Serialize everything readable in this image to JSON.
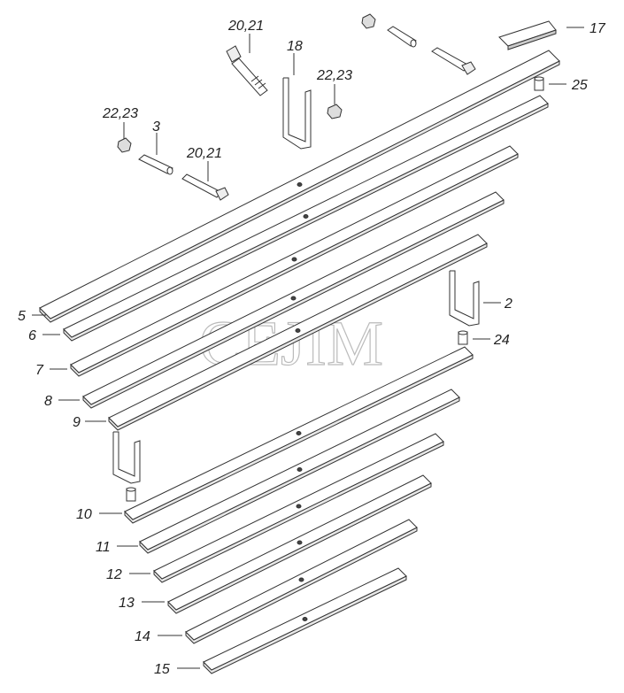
{
  "watermark": "CEJIM",
  "labels": {
    "l20_21_top": "20,21",
    "l18": "18",
    "l22_23_top": "22,23",
    "l17": "17",
    "l25": "25",
    "l22_23_left": "22,23",
    "l3": "3",
    "l20_21_mid": "20,21",
    "l5": "5",
    "l6": "6",
    "l7": "7",
    "l8": "8",
    "l9": "9",
    "l2": "2",
    "l24": "24",
    "l10": "10",
    "l11": "11",
    "l12": "12",
    "l13": "13",
    "l14": "14",
    "l15": "15"
  }
}
